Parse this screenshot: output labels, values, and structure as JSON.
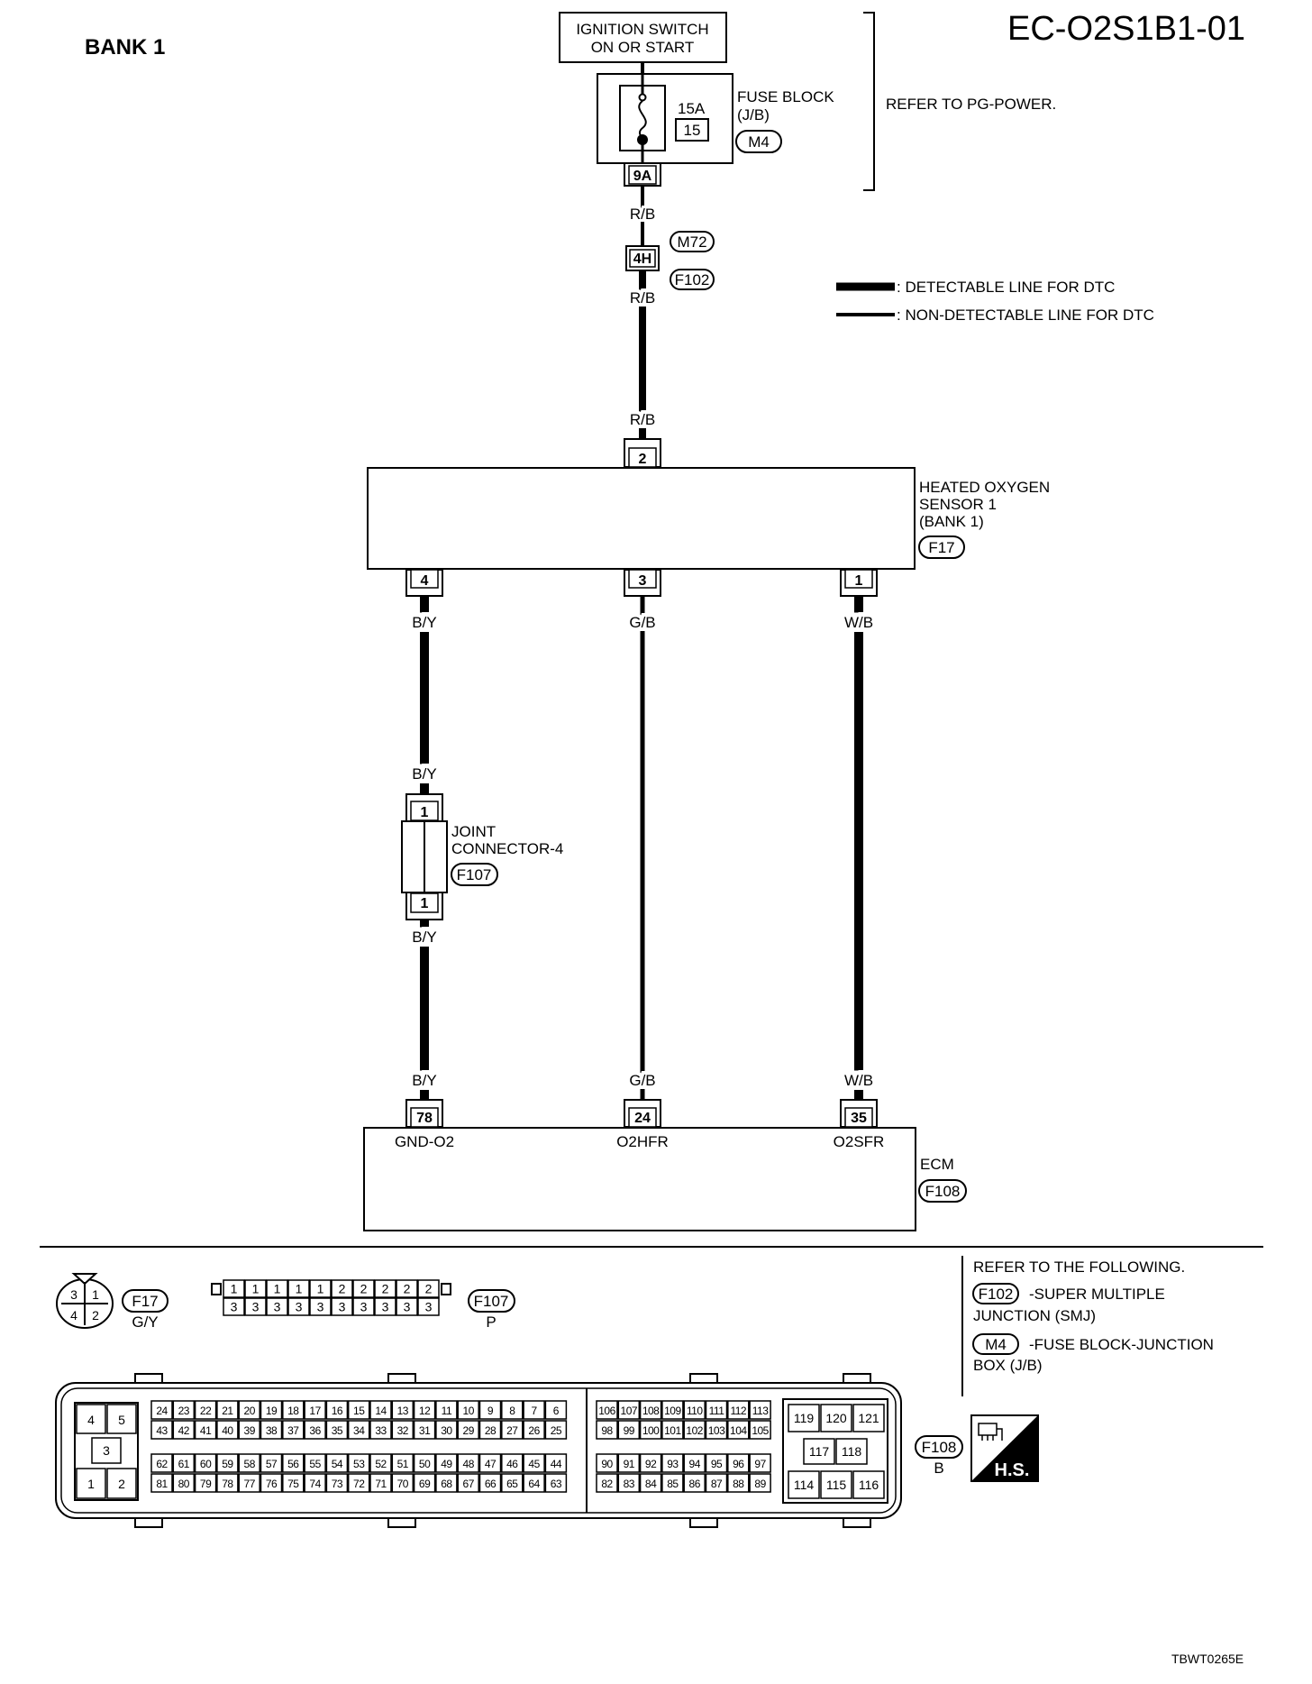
{
  "header": {
    "bank": "BANK 1",
    "code": "EC-O2S1B1-01"
  },
  "ignition": {
    "line1": "IGNITION SWITCH",
    "line2": "ON OR START"
  },
  "fuse_block": {
    "amp": "15A",
    "number": "15",
    "name_line1": "FUSE BLOCK",
    "name_line2": "(J/B)",
    "connector": "M4",
    "terminal": "9A",
    "refer": "REFER TO PG-POWER."
  },
  "wire_labels": {
    "rb": "R/B",
    "by": "B/Y",
    "gb": "G/B",
    "wb": "W/B"
  },
  "junction": {
    "terminal": "4H",
    "conn_top": "M72",
    "conn_bottom": "F102"
  },
  "legend": {
    "detectable": ": DETECTABLE LINE FOR DTC",
    "non_detectable": ": NON-DETECTABLE LINE FOR DTC"
  },
  "sensor": {
    "line1": "HEATED OXYGEN",
    "line2": "SENSOR 1",
    "line3": "(BANK 1)",
    "connector": "F17",
    "pin_top": "2",
    "pins_bottom": [
      "4",
      "3",
      "1"
    ]
  },
  "joint": {
    "line1": "JOINT",
    "line2": "CONNECTOR-4",
    "connector": "F107",
    "pin_top": "1",
    "pin_bottom": "1"
  },
  "ecm": {
    "name": "ECM",
    "connector": "F108",
    "pins": [
      "78",
      "24",
      "35"
    ],
    "pin_names": [
      "GND-O2",
      "O2HFR",
      "O2SFR"
    ]
  },
  "refer_following": {
    "title": "REFER TO THE FOLLOWING.",
    "item1_conn": "F102",
    "item1_line1": "-SUPER MULTIPLE",
    "item1_line2": "JUNCTION (SMJ)",
    "item2_conn": "M4",
    "item2_line1": "-FUSE BLOCK-JUNCTION",
    "item2_line2": "BOX (J/B)"
  },
  "connector_views": {
    "f17": {
      "label": "F17",
      "color": "G/Y",
      "pins": [
        "3",
        "1",
        "4",
        "2"
      ]
    },
    "f107": {
      "label": "F107",
      "color": "P",
      "top": [
        "1",
        "1",
        "1",
        "1",
        "1",
        "2",
        "2",
        "2",
        "2",
        "2"
      ],
      "bottom": [
        "3",
        "3",
        "3",
        "3",
        "3",
        "3",
        "3",
        "3",
        "3",
        "3"
      ]
    },
    "f108": {
      "label": "F108",
      "color": "B",
      "small": [
        "4",
        "5",
        "3",
        "1",
        "2"
      ],
      "a1": [
        "24",
        "23",
        "22",
        "21",
        "20",
        "19",
        "18",
        "17",
        "16",
        "15",
        "14",
        "13",
        "12",
        "11",
        "10",
        "9",
        "8",
        "7",
        "6"
      ],
      "a2": [
        "43",
        "42",
        "41",
        "40",
        "39",
        "38",
        "37",
        "36",
        "35",
        "34",
        "33",
        "32",
        "31",
        "30",
        "29",
        "28",
        "27",
        "26",
        "25"
      ],
      "a3": [
        "62",
        "61",
        "60",
        "59",
        "58",
        "57",
        "56",
        "55",
        "54",
        "53",
        "52",
        "51",
        "50",
        "49",
        "48",
        "47",
        "46",
        "45",
        "44"
      ],
      "a4": [
        "81",
        "80",
        "79",
        "78",
        "77",
        "76",
        "75",
        "74",
        "73",
        "72",
        "71",
        "70",
        "69",
        "68",
        "67",
        "66",
        "65",
        "64",
        "63"
      ],
      "b1": [
        "106",
        "107",
        "108",
        "109",
        "110",
        "111",
        "112",
        "113"
      ],
      "b2": [
        "98",
        "99",
        "100",
        "101",
        "102",
        "103",
        "104",
        "105"
      ],
      "b3": [
        "90",
        "91",
        "92",
        "93",
        "94",
        "95",
        "96",
        "97"
      ],
      "b4": [
        "82",
        "83",
        "84",
        "85",
        "86",
        "87",
        "88",
        "89"
      ],
      "c1": [
        "119",
        "120",
        "121"
      ],
      "c2": [
        "117",
        "118"
      ],
      "c3": [
        "114",
        "115",
        "116"
      ]
    }
  },
  "hs_badge": "H.S.",
  "image_code": "TBWT0265E"
}
